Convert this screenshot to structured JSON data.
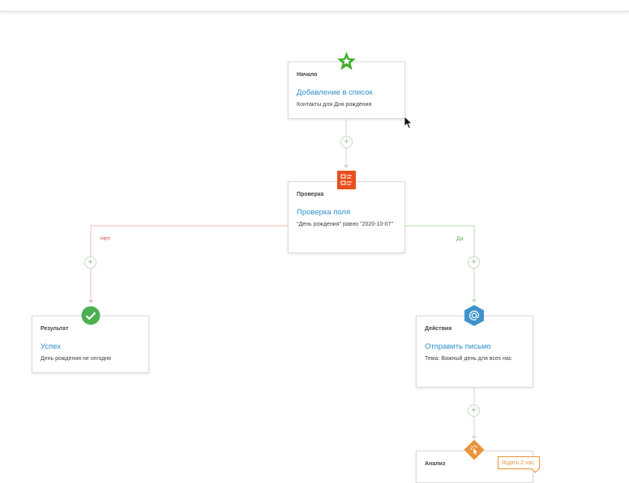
{
  "colors": {
    "link": "#2f8fca",
    "start_icon": "#3fae2a",
    "check_icon": "#e8501f",
    "success_icon": "#4caf50",
    "email_icon": "#3f93c8",
    "analysis_icon": "#e8943a",
    "no_branch": "#d9534f",
    "yes_branch": "#5cb85c"
  },
  "nodes": {
    "start": {
      "kind": "Начало",
      "title": "Добавление в список",
      "desc": "Контакты для Дня рождения",
      "icon": "star-icon"
    },
    "check": {
      "kind": "Проверка",
      "title": "Проверка поля",
      "desc": "\"День рождения\" равно \"2020-10-07\"",
      "icon": "checklist-icon"
    },
    "result": {
      "kind": "Результат",
      "title": "Успех",
      "desc": "День рождения не сегодня",
      "icon": "checkmark-icon"
    },
    "action": {
      "kind": "Действия",
      "title": "Отправить письмо",
      "desc": "Тема: Важный день для всех нас",
      "icon": "at-sign-icon"
    },
    "analysis": {
      "kind": "Анализ",
      "icon": "cursor-click-icon"
    }
  },
  "branches": {
    "no": "Нет",
    "yes": "Да"
  },
  "wait_label": "Ждать 2 час.",
  "plus_symbol": "+"
}
